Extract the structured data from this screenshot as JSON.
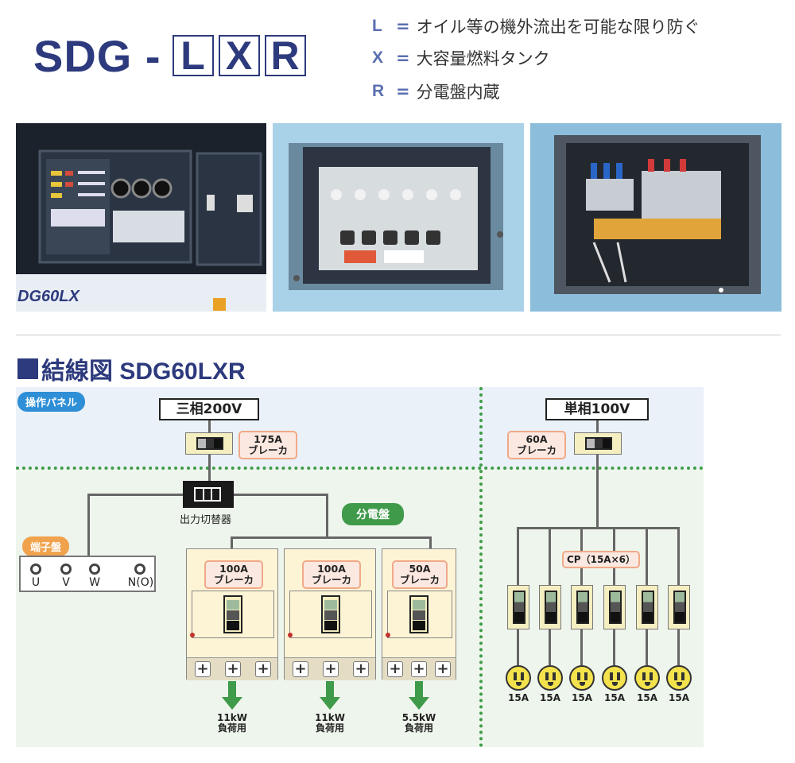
{
  "header": {
    "model_prefix": "SDG -",
    "model_letters": [
      "L",
      "X",
      "R"
    ],
    "legend": [
      {
        "key": "L",
        "eq": "=",
        "text": "オイル等の機外流出を可能な限り防ぐ"
      },
      {
        "key": "X",
        "eq": "=",
        "text": "大容量燃料タンク"
      },
      {
        "key": "R",
        "eq": "=",
        "text": "分電盤内蔵"
      }
    ]
  },
  "photos": {
    "photo1_badge": "DG60LX"
  },
  "section": {
    "title": "結線図 SDG60LXR"
  },
  "diagram": {
    "panel_pill": "操作パネル",
    "three_phase": "三相200V",
    "single_phase": "単相100V",
    "main_breaker_tag": [
      "175A",
      "ブレーカ"
    ],
    "sp_breaker_tag": [
      "60A",
      "ブレーカ"
    ],
    "switch_label": "出力切替器",
    "distribution_pill": "分電盤",
    "terminal_pill": "端子盤",
    "terminals": [
      "U",
      "V",
      "W",
      "N(O)"
    ],
    "breakers": [
      {
        "tag": [
          "100A",
          "ブレーカ"
        ],
        "load": [
          "11kW",
          "負荷用"
        ]
      },
      {
        "tag": [
          "100A",
          "ブレーカ"
        ],
        "load": [
          "11kW",
          "負荷用"
        ]
      },
      {
        "tag": [
          "50A",
          "ブレーカ"
        ],
        "load": [
          "5.5kW",
          "負荷用"
        ]
      }
    ],
    "cp_label": "CP（15A×6）",
    "outlets": [
      "15A",
      "15A",
      "15A",
      "15A",
      "15A",
      "15A"
    ]
  },
  "colors": {
    "brand": "#2d3a7d",
    "accent": "#5a6fb0",
    "green": "#3f9a4a",
    "blue_pill": "#2e8fd6",
    "orange_pill": "#f0a24c"
  }
}
